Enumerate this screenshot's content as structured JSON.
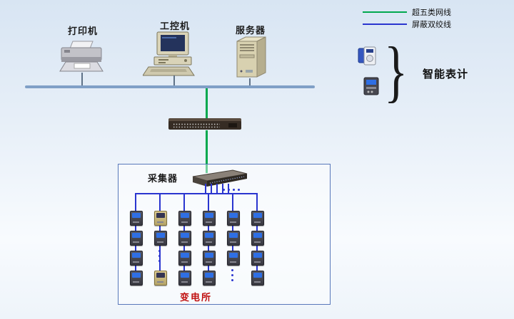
{
  "legend": {
    "items": [
      {
        "label": "超五类网线",
        "color": "#00a84e"
      },
      {
        "label": "屏蔽双绞线",
        "color": "#2a35cf"
      }
    ],
    "smart_meter_label": "智能表计",
    "brace": "}"
  },
  "nodes": {
    "printer": {
      "label": "打印机"
    },
    "industrial_pc": {
      "label": "工控机"
    },
    "server": {
      "label": "服务器"
    },
    "collector": {
      "label": "采集器"
    },
    "substation": {
      "label": "变电所"
    }
  },
  "colors": {
    "cat5_green": "#00a84e",
    "shielded_pair_blue": "#2a35cf",
    "backbone_bus": "#7f9fc6",
    "enclosure_border": "#5878ba",
    "substation_text": "#c01010"
  },
  "icons": {
    "printer": "printer-icon",
    "industrial_pc": "desktop-computer-icon",
    "server": "server-tower-icon",
    "switch": "network-switch-icon",
    "collector": "collector-device-icon",
    "meter": "power-meter-icon",
    "meter_alt": "kwh-meter-icon",
    "smart_meter_front": "smart-meter-icon",
    "smart_meter_dark": "smart-meter-dark-icon"
  }
}
